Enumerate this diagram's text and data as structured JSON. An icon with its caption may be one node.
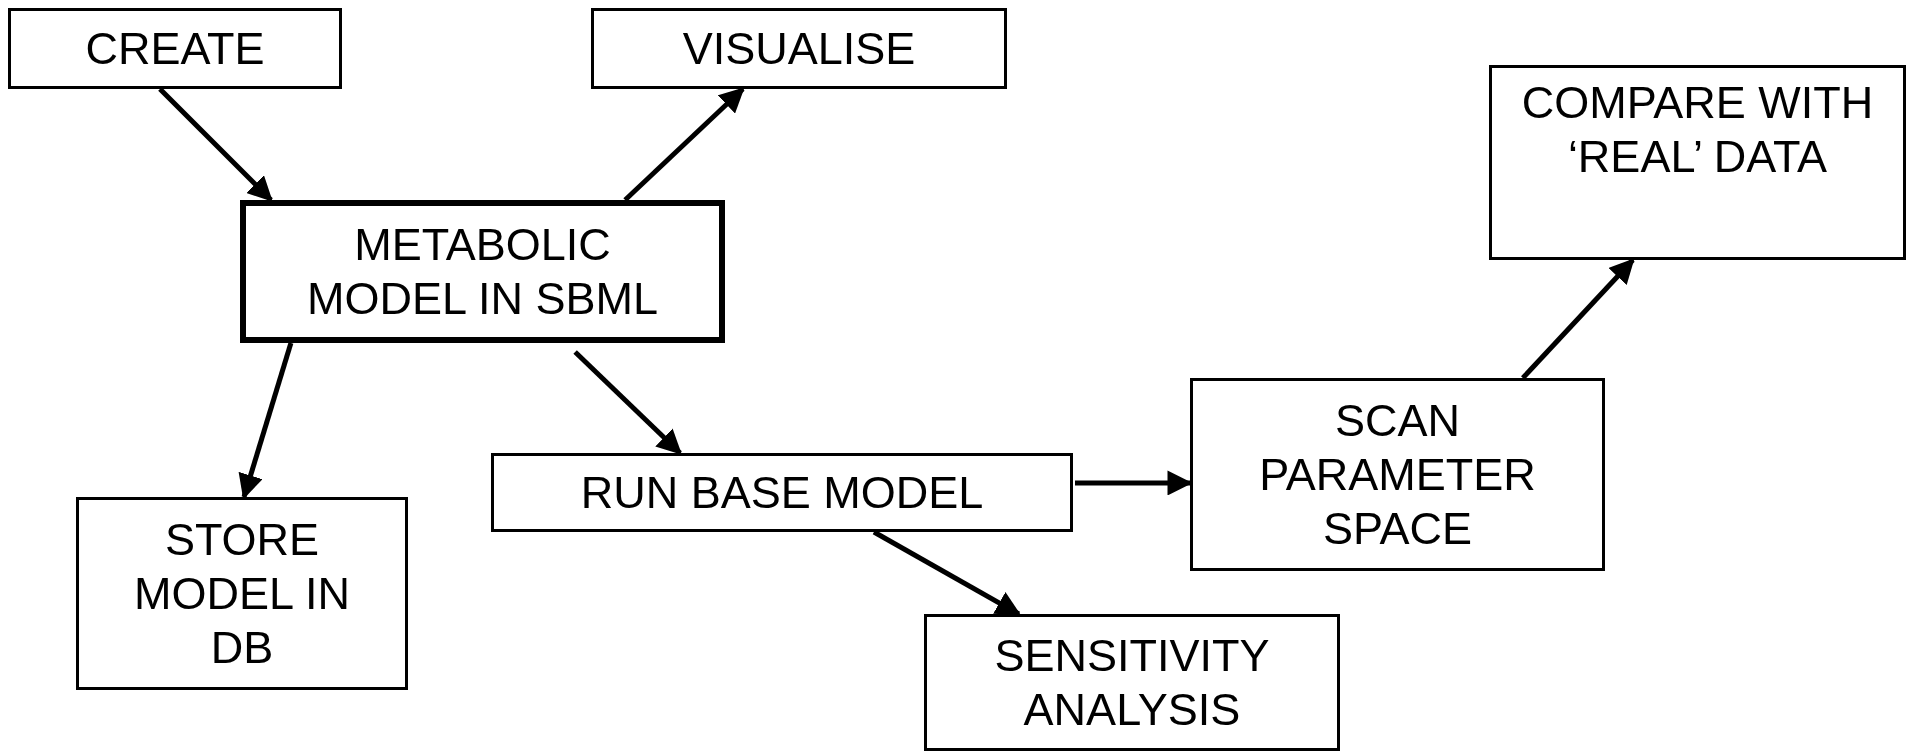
{
  "diagram": {
    "nodes": [
      {
        "text": [
          "CREATE"
        ]
      },
      {
        "text": [
          "VISUALISE"
        ]
      },
      {
        "text": [
          "COMPARE WITH ‘REAL’ DATA"
        ]
      },
      {
        "text": [
          "METABOLIC MODEL IN SBML"
        ]
      },
      {
        "text": [
          "STORE MODEL IN DB"
        ]
      },
      {
        "text": [
          "RUN BASE MODEL"
        ]
      },
      {
        "text": [
          "SCAN PARAMETER SPACE"
        ]
      },
      {
        "text": [
          "SENSITIVITY ANALYSIS"
        ]
      }
    ],
    "edges": [
      {
        "from": 0,
        "to": 3,
        "arrow": "to"
      },
      {
        "from": 3,
        "to": 1,
        "arrow": "to"
      },
      {
        "from": 3,
        "to": 4,
        "arrow": "to"
      },
      {
        "from": 3,
        "to": 5,
        "arrow": "to"
      },
      {
        "from": 5,
        "to": 6,
        "arrow": "to"
      },
      {
        "from": 5,
        "to": 7,
        "arrow": "to"
      },
      {
        "from": 6,
        "to": 2,
        "arrow": "to"
      }
    ]
  }
}
